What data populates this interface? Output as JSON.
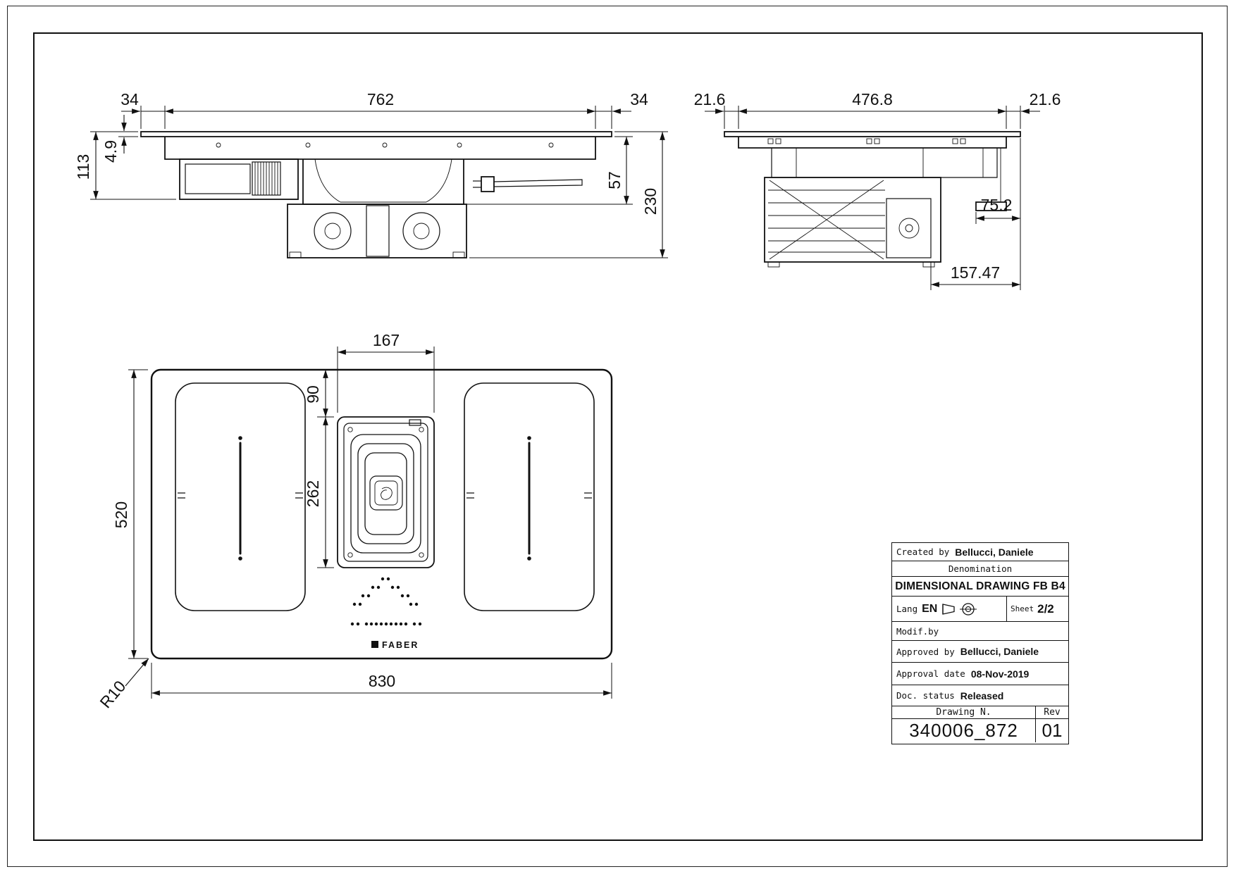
{
  "front": {
    "left_margin": "34",
    "glass_width": "762",
    "right_margin": "34",
    "glass_thickness": "4.9",
    "box_height": "113",
    "duct_height": "57",
    "total_height": "230"
  },
  "side": {
    "left_margin": "21.6",
    "width": "476.8",
    "right_margin": "21.6",
    "bracket_offset": "75.2",
    "fan_offset": "157.47"
  },
  "plan": {
    "grill_width": "167",
    "top_gap": "90",
    "grill_height": "262",
    "depth": "520",
    "width": "830",
    "corner_radius": "R10",
    "brand": "FABER"
  },
  "title_block": {
    "created_by_label": "Created by",
    "created_by": "Bellucci, Daniele",
    "denomination_label": "Denomination",
    "denomination": "DIMENSIONAL DRAWING FB B4",
    "lang_label": "Lang",
    "lang": "EN",
    "sheet_label": "Sheet",
    "sheet": "2/2",
    "modif_label": "Modif.by",
    "approved_label": "Approved by",
    "approved_by": "Bellucci, Daniele",
    "approval_date_label": "Approval date",
    "approval_date": "08-Nov-2019",
    "doc_status_label": "Doc. status",
    "doc_status": "Released",
    "drawing_n_label": "Drawing N.",
    "drawing_n": "340006_872",
    "rev_label": "Rev",
    "rev": "01"
  }
}
